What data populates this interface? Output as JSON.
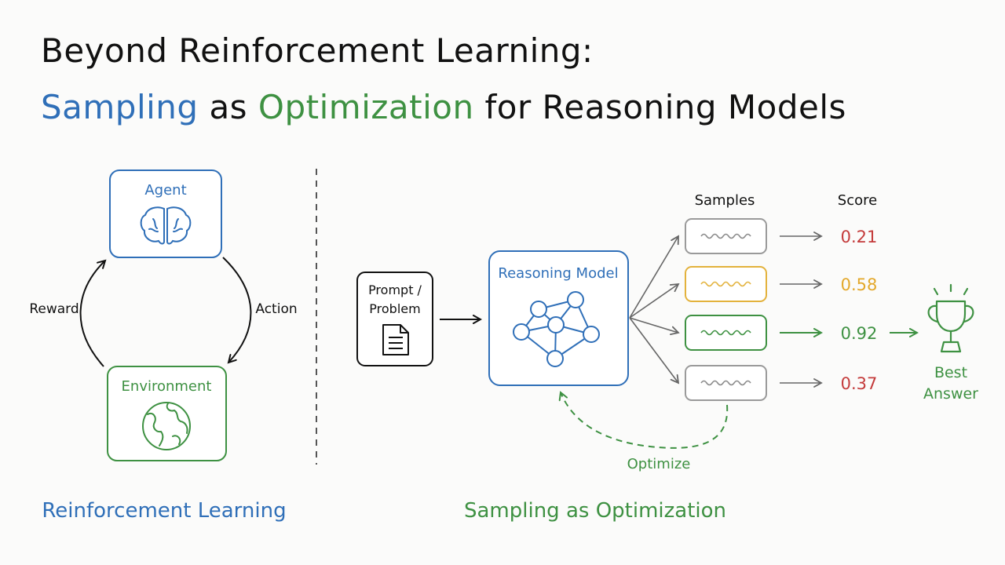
{
  "title": {
    "line1": "Beyond Reinforcement Learning:",
    "line2_part1": "Sampling",
    "line2_part2": " as ",
    "line2_part3": "Optimization",
    "line2_part4": " for Reasoning Models"
  },
  "rl": {
    "agent": "Agent",
    "environment": "Environment",
    "reward": "Reward",
    "action": "Action",
    "caption": "Reinforcement Learning"
  },
  "sampling": {
    "prompt_line1": "Prompt /",
    "prompt_line2": "Problem",
    "model": "Reasoning Model",
    "samples_header": "Samples",
    "score_header": "Score",
    "samples": [
      {
        "score": "0.21",
        "color": "#c43b3b",
        "border": "#9a9a9a"
      },
      {
        "score": "0.58",
        "color": "#e3a82b",
        "border": "#e3b23c"
      },
      {
        "score": "0.92",
        "color": "#3e9142",
        "border": "#3e9142"
      },
      {
        "score": "0.37",
        "color": "#c43b3b",
        "border": "#9a9a9a"
      }
    ],
    "best_line1": "Best",
    "best_line2": "Answer",
    "optimize": "Optimize",
    "caption": "Sampling as Optimization"
  },
  "colors": {
    "blue": "#2f6fb8",
    "green": "#3e9142",
    "red": "#c43b3b",
    "yellow": "#e3a82b",
    "gray": "#9a9a9a"
  },
  "icons": [
    "brain-icon",
    "globe-icon",
    "document-icon",
    "network-icon",
    "trophy-icon"
  ]
}
